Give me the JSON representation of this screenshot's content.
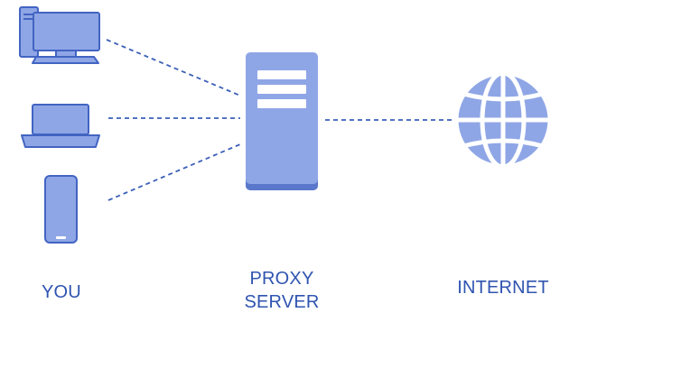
{
  "colors": {
    "icon_fill": "#8fa6e6",
    "icon_stroke": "#4264c2",
    "server_fill": "#8fa6e6",
    "server_shadow": "#5a77cc",
    "connector": "#3b5fb8",
    "label_text": "#2f54b0"
  },
  "labels": {
    "you": "YOU",
    "proxy_server_line1": "PROXY",
    "proxy_server_line2": "SERVER",
    "internet": "INTERNET"
  },
  "icons": [
    "desktop-computer-icon",
    "laptop-icon",
    "smartphone-icon",
    "server-icon",
    "globe-icon"
  ]
}
